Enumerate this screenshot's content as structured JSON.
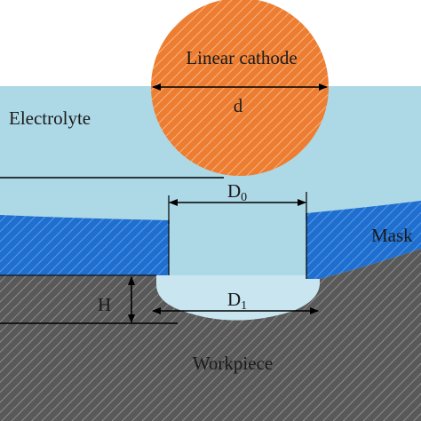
{
  "labels": {
    "cathode": "Linear cathode",
    "diameter": "d",
    "electrolyte": "Electrolyte",
    "mask": "Mask",
    "d0_main": "D",
    "d0_sub": "0",
    "d1_main": "D",
    "d1_sub": "1",
    "depth": "H",
    "workpiece": "Workpiece"
  },
  "colors": {
    "electrolyte": "#add8e6",
    "cathode": "#ed7d31",
    "mask": "#1f6fd0",
    "workpiece": "#595959",
    "lines": "#000000"
  }
}
